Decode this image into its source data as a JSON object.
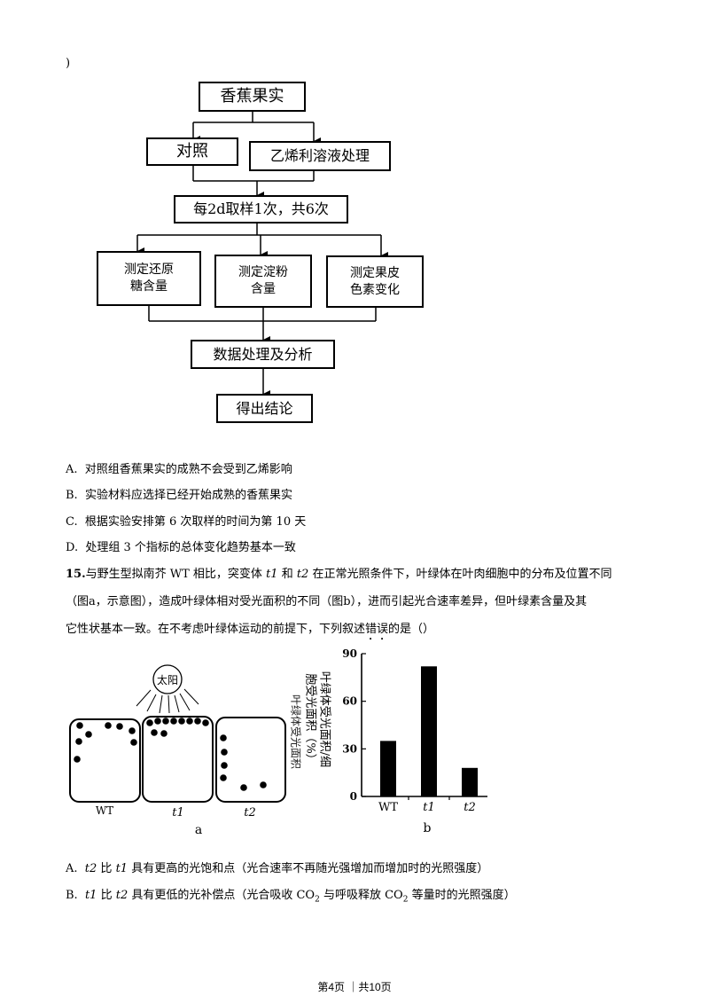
{
  "header": {
    "fragment": ")"
  },
  "flowchart": {
    "top": "香蕉果实",
    "control": "对照",
    "treatment": "乙烯利溶液处理",
    "sampling": "每2d取样1次，共6次",
    "measure1_line1": "测定还原",
    "measure1_line2": "糖含量",
    "measure2_line1": "测定淀粉",
    "measure2_line2": "含量",
    "measure3_line1": "测定果皮",
    "measure3_line2": "色素变化",
    "analysis": "数据处理及分析",
    "conclusion": "得出结论"
  },
  "q14_options": [
    {
      "key": "A.",
      "text": "对照组香蕉果实的成熟不会受到乙烯影响"
    },
    {
      "key": "B.",
      "text": "实验材料应选择已经开始成熟的香蕉果实"
    },
    {
      "key": "C.",
      "text": "根据实验安排第 6 次取样的时间为第 10 天"
    },
    {
      "key": "D.",
      "text": "处理组 3 个指标的总体变化趋势基本一致"
    }
  ],
  "q15": {
    "number": "15.",
    "line1_a": "与野生型拟南芥 WT 相比，突变体 ",
    "t1": "t1",
    "line1_b": " 和 ",
    "t2": "t2",
    "line1_c": " 在正常光照条件下，叶绿体在叶肉细胞中的分布及位置不同",
    "line2": "（图a，示意图），造成叶绿体相对受光面积的不同（图b），进而引起光合速率差异，但叶绿素含量及其",
    "line3_a": "它性状基本一致。在不考虑叶绿体运动的前提下，下列叙述",
    "line3_emph": "错误",
    "line3_b": "的是（）"
  },
  "figure_a": {
    "sun": "太阳",
    "labels": [
      "WT",
      "t1",
      "t2"
    ],
    "caption": "a"
  },
  "chart_data": {
    "type": "bar",
    "categories": [
      "WT",
      "t1",
      "t2"
    ],
    "values": [
      35,
      82,
      18
    ],
    "ylim": [
      0,
      90
    ],
    "yticks": [
      0,
      30,
      60,
      90
    ],
    "ylabel_line1": "叶绿体受光面积/细",
    "ylabel_line2": "胞受光面积（%）",
    "ylabel_line3": "叶绿体受光面积",
    "caption": "b"
  },
  "q15_options": [
    {
      "key": "A.",
      "var": "t2",
      "mid": " 比 ",
      "var2": "t1",
      "text": " 具有更高的光饱和点（光合速率不再随光强增加而增加时的光照强度）"
    },
    {
      "key": "B.",
      "var": "t1",
      "mid": " 比 ",
      "var2": "t2",
      "text_a": " 具有更低的光补偿点（光合吸收 CO",
      "sub1": "2",
      "text_b": " 与呼吸释放 CO",
      "sub2": "2",
      "text_c": " 等量时的光照强度）"
    }
  ],
  "footer": {
    "text": "第4页 ｜共10页"
  }
}
